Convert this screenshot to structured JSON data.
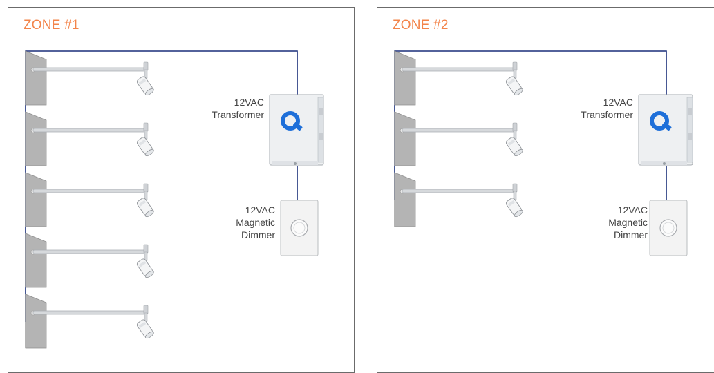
{
  "colors": {
    "zone_title": "#f3844a",
    "wire": "#1a2f7a",
    "wall_plate": "#b4b4b4",
    "wall_plate_edge": "#8f8f8f",
    "arm": "#d6d9dc",
    "transformer_body": "#eef0f2",
    "dimmer_plate": "#f3f3f3",
    "logo_blue": "#1e6fd9"
  },
  "zones": [
    {
      "title": "ZONE #1",
      "fixture_count": 5,
      "transformer_label": "12VAC\nTransformer",
      "dimmer_label": "12VAC\nMagnetic\nDimmer",
      "icons": {
        "fixture": "wall-mount-spotlight-icon",
        "transformer": "transformer-box-icon",
        "dimmer": "rotary-dimmer-icon"
      }
    },
    {
      "title": "ZONE #2",
      "fixture_count": 3,
      "transformer_label": "12VAC\nTransformer",
      "dimmer_label": "12VAC\nMagnetic\nDimmer",
      "icons": {
        "fixture": "wall-mount-spotlight-icon",
        "transformer": "transformer-box-icon",
        "dimmer": "rotary-dimmer-icon"
      }
    }
  ]
}
